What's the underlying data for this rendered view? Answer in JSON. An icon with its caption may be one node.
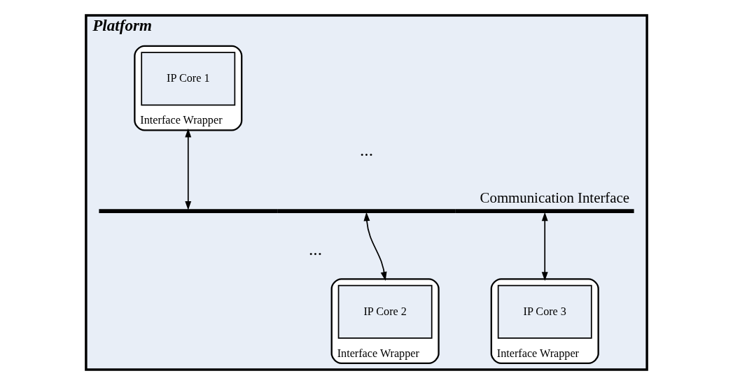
{
  "diagram": {
    "nodes": [
      {
        "text": [
          "Platform"
        ]
      },
      {
        "text": [
          "Interface Wrapper"
        ],
        "in": 0
      },
      {
        "text": [
          "IP Core 1"
        ],
        "in": 1
      },
      {
        "text": [],
        "shape": "bar",
        "beside": [
          "Communication Interface"
        ],
        "in": 0
      },
      {
        "text": [
          "Interface Wrapper"
        ],
        "in": 0
      },
      {
        "text": [
          "IP Core 2"
        ],
        "in": 4
      },
      {
        "text": [
          "Interface Wrapper"
        ],
        "in": 0
      },
      {
        "text": [
          "IP Core 3"
        ],
        "in": 6
      }
    ],
    "edges": [
      {
        "from": 1,
        "to": 3,
        "arrow": "both"
      },
      {
        "from": 3,
        "to": 4,
        "arrow": "both"
      },
      {
        "from": 3,
        "to": 6,
        "arrow": "both"
      }
    ],
    "labels": [
      "...",
      "..."
    ]
  }
}
